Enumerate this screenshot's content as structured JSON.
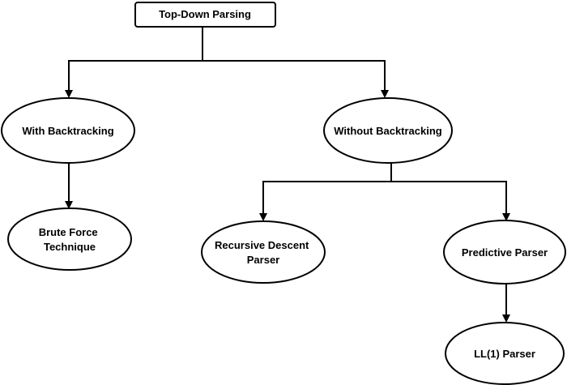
{
  "diagram": {
    "nodes": {
      "root": {
        "label": "Top-Down Parsing"
      },
      "with_backtracking": {
        "label": "With Backtracking"
      },
      "without_backtracking": {
        "label": "Without Backtracking"
      },
      "brute_force": {
        "lines": [
          "Brute Force",
          "Technique"
        ]
      },
      "recursive_descent": {
        "lines": [
          "Recursive Descent",
          "Parser"
        ]
      },
      "predictive_parser": {
        "label": "Predictive Parser"
      },
      "ll1_parser": {
        "label": "LL(1) Parser"
      }
    },
    "edges": [
      {
        "from": "Top-Down Parsing",
        "to": "With Backtracking"
      },
      {
        "from": "Top-Down Parsing",
        "to": "Without Backtracking"
      },
      {
        "from": "With Backtracking",
        "to": "Brute Force Technique"
      },
      {
        "from": "Without Backtracking",
        "to": "Recursive Descent Parser"
      },
      {
        "from": "Without Backtracking",
        "to": "Predictive Parser"
      },
      {
        "from": "Predictive Parser",
        "to": "LL(1) Parser"
      }
    ]
  }
}
